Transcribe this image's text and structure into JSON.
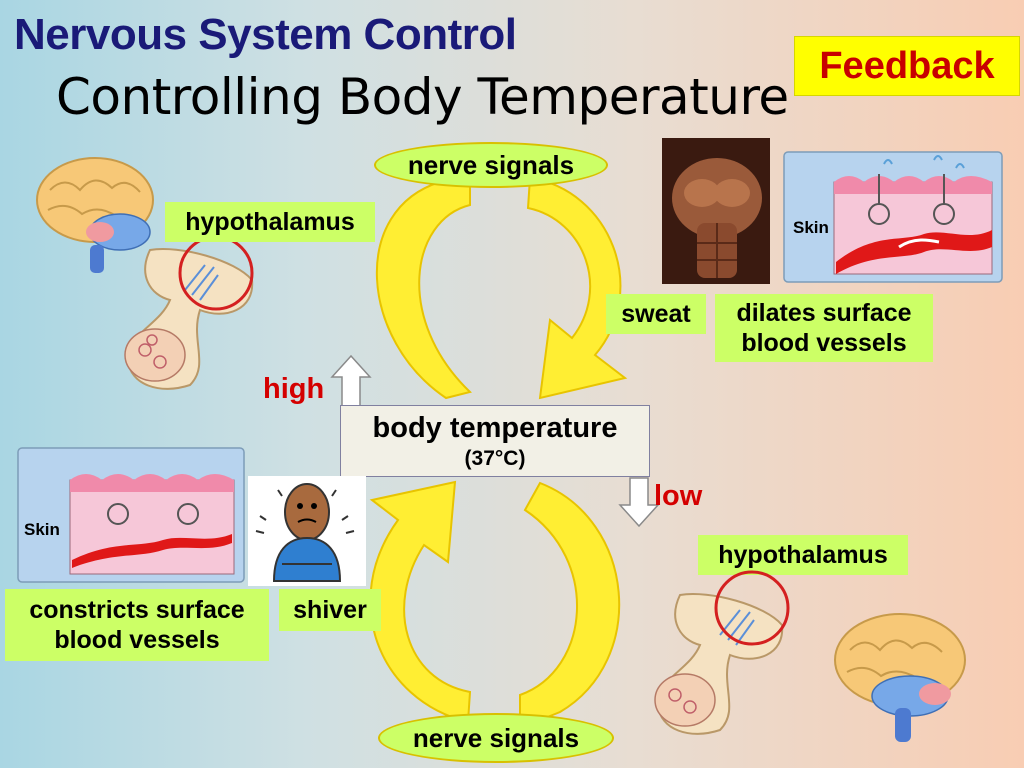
{
  "header": {
    "title": "Nervous System Control",
    "subtitle": "Controlling Body Temperature",
    "badge": "Feedback"
  },
  "center": {
    "label": "body temperature",
    "value": "(37°C)"
  },
  "states": {
    "high": "high",
    "low": "low"
  },
  "top_cycle": {
    "signal_label": "nerve signals",
    "control_center": "hypothalamus",
    "responses": [
      "sweat",
      "dilates surface\nblood vessels"
    ],
    "skin_label": "Skin"
  },
  "bottom_cycle": {
    "signal_label": "nerve signals",
    "control_center": "hypothalamus",
    "responses": [
      "constricts surface\nblood vessels",
      "shiver"
    ],
    "skin_label": "Skin"
  },
  "colors": {
    "arrow_fill": "#ffee33",
    "arrow_stroke": "#e8c400",
    "label_bg": "#ccff66",
    "title": "#1a1a78",
    "badge_bg": "#ffff00",
    "badge_text": "#c80000",
    "state_text": "#d40000"
  },
  "icons": [
    "brain-icon",
    "pituitary-icon",
    "skin-icon",
    "torso-photo",
    "shivering-person-icon",
    "up-arrow-icon",
    "down-arrow-icon"
  ]
}
